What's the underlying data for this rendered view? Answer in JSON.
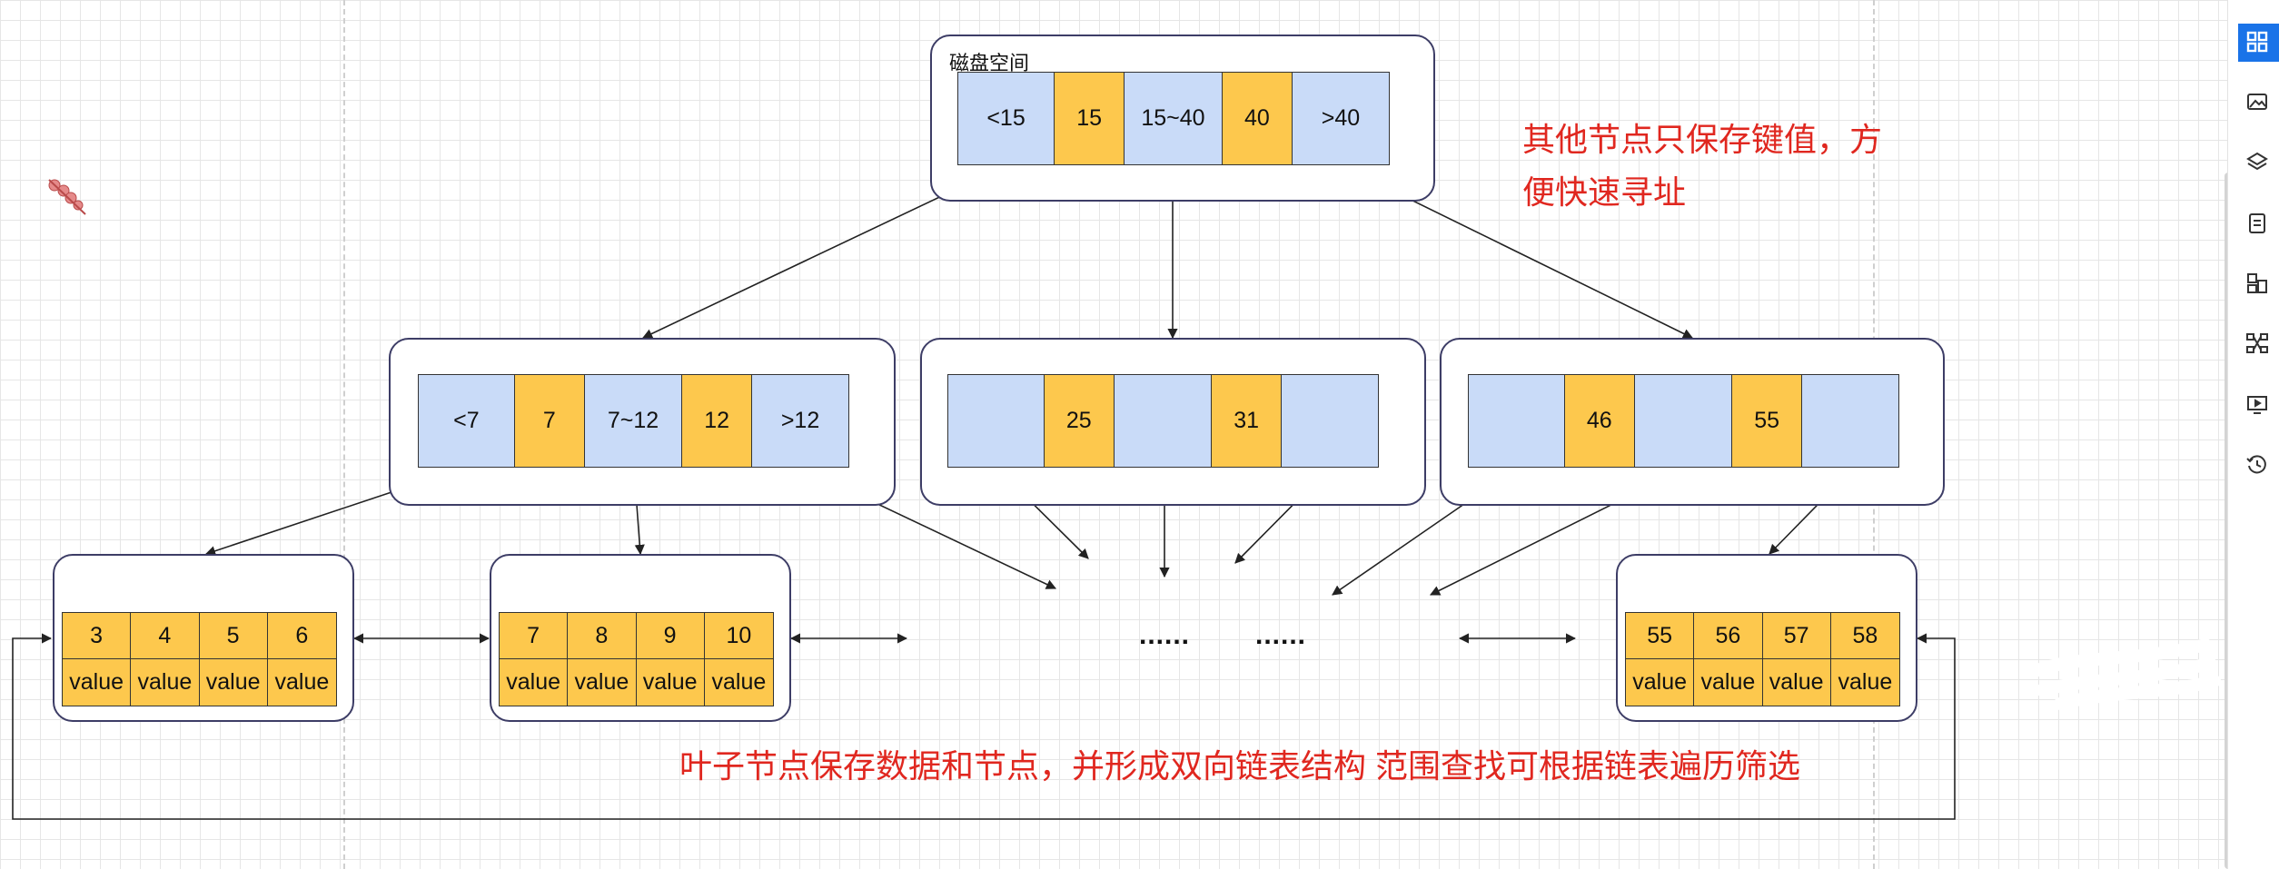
{
  "root": {
    "caption": "磁盘空间",
    "cells": [
      "<15",
      "15",
      "15~40",
      "40",
      ">40"
    ],
    "kinds": [
      "blue",
      "gold",
      "blue",
      "gold",
      "blue"
    ]
  },
  "mid": [
    {
      "cells": [
        "<7",
        "7",
        "7~12",
        "12",
        ">12"
      ],
      "kinds": [
        "blue",
        "gold",
        "blue",
        "gold",
        "blue"
      ]
    },
    {
      "cells": [
        "",
        "25",
        "",
        "31",
        ""
      ],
      "kinds": [
        "blue",
        "gold",
        "blue",
        "gold",
        "blue"
      ]
    },
    {
      "cells": [
        "",
        "46",
        "",
        "55",
        ""
      ],
      "kinds": [
        "blue",
        "gold",
        "blue",
        "gold",
        "blue"
      ]
    }
  ],
  "leaves": [
    {
      "keys": [
        "3",
        "4",
        "5",
        "6"
      ],
      "values": [
        "value",
        "value",
        "value",
        "value"
      ]
    },
    {
      "keys": [
        "7",
        "8",
        "9",
        "10"
      ],
      "values": [
        "value",
        "value",
        "value",
        "value"
      ]
    },
    {
      "keys": [
        "55",
        "56",
        "57",
        "58"
      ],
      "values": [
        "value",
        "value",
        "value",
        "value"
      ]
    }
  ],
  "ellipsis": [
    "......",
    "......"
  ],
  "notes": {
    "top": "其他节点只保存键值，方便快速寻址",
    "bottom": "叶子节点保存数据和节点，并形成双向链表结构  范围查找可根据链表遍历筛选"
  },
  "colors": {
    "key_cell": "#fdc84d",
    "range_cell": "#c9dbf8",
    "note_text": "#e0271f",
    "node_border": "#3d3d66"
  },
  "sidebar_icons": [
    "layout-icon",
    "image-icon",
    "layers-icon",
    "document-icon",
    "shapes-icon",
    "network-icon",
    "presentation-icon",
    "history-icon"
  ]
}
